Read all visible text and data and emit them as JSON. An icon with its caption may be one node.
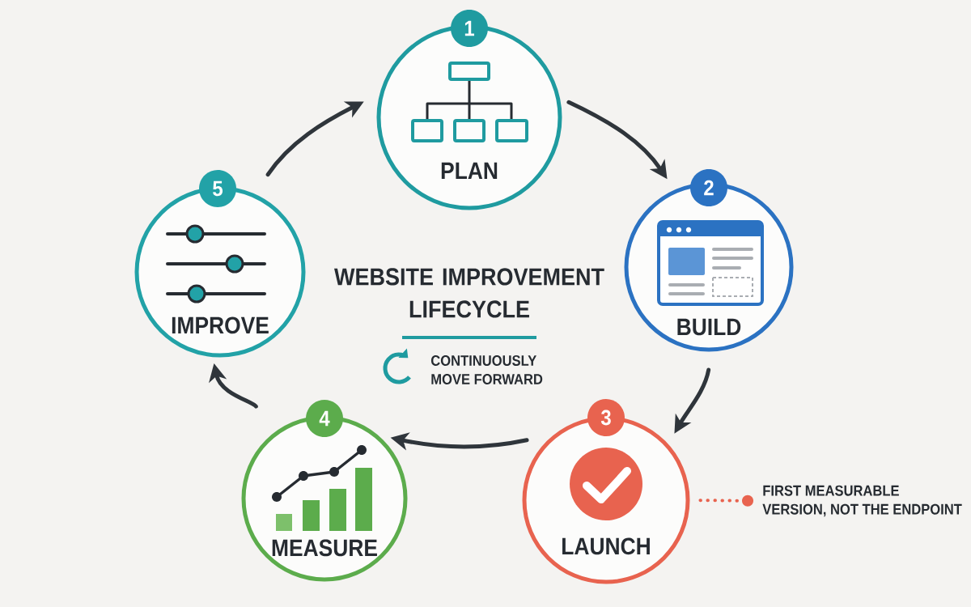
{
  "diagram": {
    "title": "WEBSITE IMPROVEMENT LIFECYCLE",
    "nodes": [
      {
        "text": [
          "PLAN"
        ]
      },
      {
        "text": [
          "1"
        ]
      },
      {
        "text": [
          "BUILD"
        ]
      },
      {
        "text": [
          "2"
        ]
      },
      {
        "text": [
          "LAUNCH"
        ]
      },
      {
        "text": [
          "3"
        ]
      },
      {
        "text": [
          "FIRST MEASURABLE VERSION, NOT THE ENDPOINT"
        ]
      },
      {
        "text": [
          "MEASURE"
        ]
      },
      {
        "text": [
          "4"
        ]
      },
      {
        "text": [
          "IMPROVE"
        ]
      },
      {
        "text": [
          "5"
        ]
      }
    ],
    "edges": [
      {
        "from": 0,
        "to": 2,
        "arrow": "to"
      },
      {
        "from": 2,
        "to": 4,
        "arrow": "to"
      },
      {
        "from": 4,
        "to": 7,
        "arrow": "to"
      },
      {
        "from": 7,
        "to": 9,
        "arrow": "to"
      },
      {
        "from": 9,
        "to": 0,
        "arrow": "to"
      },
      {
        "from": 6,
        "to": 4,
        "arrow": "other",
        "style": "dashed",
        "color": "#e8634f"
      }
    ],
    "labels": [
      "CONTINUOUSLY MOVE FORWARD"
    ]
  }
}
